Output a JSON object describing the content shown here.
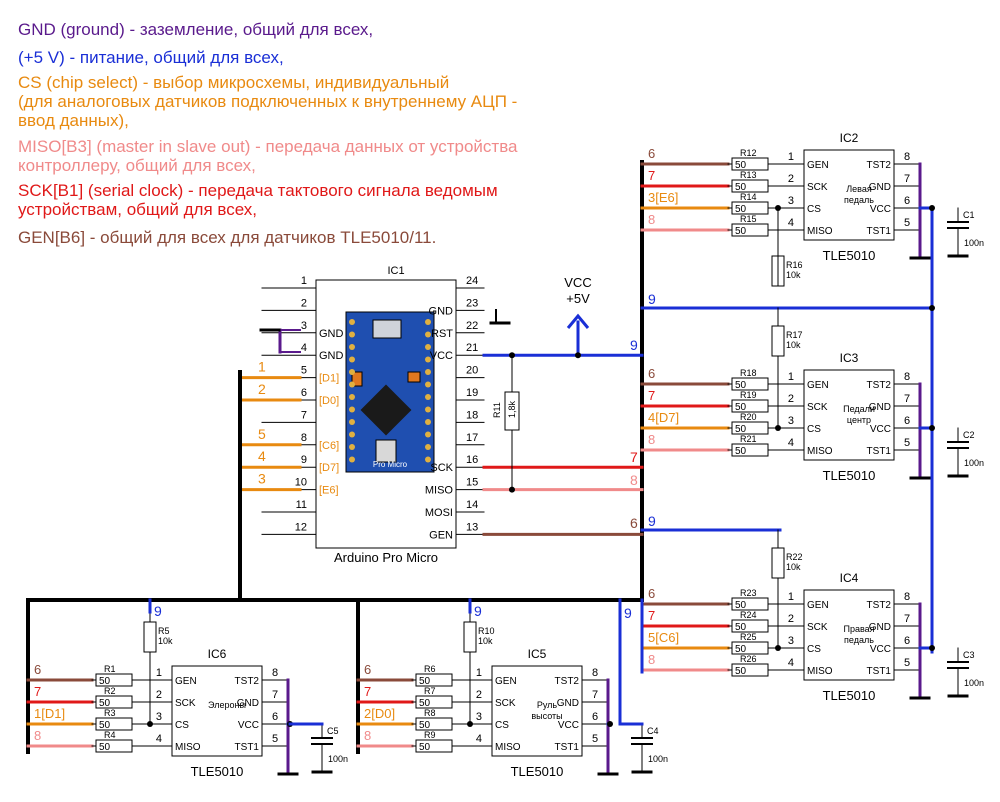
{
  "colors": {
    "ground": "#5a1a8c",
    "power": "#1a2fd6",
    "cs": "#e88a10",
    "miso": "#f08a8a",
    "sck": "#e01818",
    "gen": "#8a4a3a",
    "bus": "#000000",
    "board": "#1f4fb0"
  },
  "legend": [
    {
      "text": "GND (ground) - заземление, общий для всех,",
      "color": "#5a1a8c"
    },
    {
      "text": "(+5 V) - питание, общий для всех,",
      "color": "#1a2fd6"
    },
    {
      "text": "CS (chip select) - выбор микросхемы, индивидуальный\n(для аналоговых датчиков подключенных к внутреннему АЦП -\nввод данных),",
      "color": "#e88a10"
    },
    {
      "text": "MISO[B3] (master in slave out) - передача данных от устройства\nконтроллеру, общий для всех,",
      "color": "#f08a8a"
    },
    {
      "text": "SCK[B1] (serial clock) - передача тактового сигнала ведомым\nустройствам, общий для всех,",
      "color": "#e01818"
    },
    {
      "text": "GEN[B6] - общий для всех для датчиков TLE5010/11.",
      "color": "#8a4a3a"
    }
  ],
  "ic1": {
    "ref": "IC1",
    "name": "Arduino Pro Micro",
    "board_text": "Pro Micro",
    "left_pins": [
      "1",
      "2",
      "3",
      "4",
      "5",
      "6",
      "7",
      "8",
      "9",
      "10",
      "11",
      "12"
    ],
    "left_labels": [
      "",
      "",
      "GND",
      "GND",
      "[D1]",
      "[D0]",
      "",
      "[C6]",
      "[D7]",
      "[E6]",
      "",
      ""
    ],
    "right_pins": [
      "24",
      "23",
      "22",
      "21",
      "20",
      "19",
      "18",
      "17",
      "16",
      "15",
      "14",
      "13"
    ],
    "right_labels": [
      "",
      "GND",
      "RST",
      "VCC",
      "",
      "",
      "",
      "",
      "SCK",
      "MISO",
      "MOSI",
      "GEN"
    ]
  },
  "vcc": {
    "line1": "VCC",
    "line2": "+5V"
  },
  "r11": {
    "ref": "R11",
    "value": "1,8k"
  },
  "wire_numbers": {
    "vcc": "9",
    "sck": "7",
    "miso": "8",
    "gen": "6"
  },
  "left_bus_labels": [
    "1",
    "2",
    "5",
    "4",
    "3"
  ],
  "pullups": [
    {
      "ref": "R16",
      "value": "10k"
    },
    {
      "ref": "R17",
      "value": "10k"
    },
    {
      "ref": "R22",
      "value": "10k"
    },
    {
      "ref": "R5",
      "value": "10k"
    },
    {
      "ref": "R10",
      "value": "10k"
    }
  ],
  "sensors": [
    {
      "ref": "IC2",
      "part": "TLE5010",
      "desc": "Левая\nпедаль",
      "in_res": [
        "R12",
        "R13",
        "R14",
        "R15"
      ],
      "res_value": "50",
      "wire_labels": [
        "6",
        "7",
        "3[E6]",
        "8"
      ],
      "left_pins": [
        "1",
        "2",
        "3",
        "4"
      ],
      "left_names": [
        "GEN",
        "SCK",
        "CS",
        "MISO"
      ],
      "right_pins": [
        "8",
        "7",
        "6",
        "5"
      ],
      "right_names": [
        "TST2",
        "GND",
        "VCC",
        "TST1"
      ],
      "cap_ref": "C1",
      "cap_value": "100n",
      "vcc_wire": "9"
    },
    {
      "ref": "IC3",
      "part": "TLE5010",
      "desc": "Педали\nцентр",
      "in_res": [
        "R18",
        "R19",
        "R20",
        "R21"
      ],
      "res_value": "50",
      "wire_labels": [
        "6",
        "7",
        "4[D7]",
        "8"
      ],
      "left_pins": [
        "1",
        "2",
        "3",
        "4"
      ],
      "left_names": [
        "GEN",
        "SCK",
        "CS",
        "MISO"
      ],
      "right_pins": [
        "8",
        "7",
        "6",
        "5"
      ],
      "right_names": [
        "TST2",
        "GND",
        "VCC",
        "TST1"
      ],
      "cap_ref": "C2",
      "cap_value": "100n",
      "vcc_wire": "9"
    },
    {
      "ref": "IC4",
      "part": "TLE5010",
      "desc": "Правая\nпедаль",
      "in_res": [
        "R23",
        "R24",
        "R25",
        "R26"
      ],
      "res_value": "50",
      "wire_labels": [
        "6",
        "7",
        "5[C6]",
        "8"
      ],
      "left_pins": [
        "1",
        "2",
        "3",
        "4"
      ],
      "left_names": [
        "GEN",
        "SCK",
        "CS",
        "MISO"
      ],
      "right_pins": [
        "8",
        "7",
        "6",
        "5"
      ],
      "right_names": [
        "TST2",
        "GND",
        "VCC",
        "TST1"
      ],
      "cap_ref": "C3",
      "cap_value": "100n",
      "vcc_wire": "9"
    },
    {
      "ref": "IC6",
      "part": "TLE5010",
      "desc": "Элероны",
      "in_res": [
        "R1",
        "R2",
        "R3",
        "R4"
      ],
      "res_value": "50",
      "wire_labels": [
        "6",
        "7",
        "1[D1]",
        "8"
      ],
      "left_pins": [
        "1",
        "2",
        "3",
        "4"
      ],
      "left_names": [
        "GEN",
        "SCK",
        "CS",
        "MISO"
      ],
      "right_pins": [
        "8",
        "7",
        "6",
        "5"
      ],
      "right_names": [
        "TST2",
        "GND",
        "VCC",
        "TST1"
      ],
      "cap_ref": "C5",
      "cap_value": "100n",
      "vcc_wire": "9"
    },
    {
      "ref": "IC5",
      "part": "TLE5010",
      "desc": "Руль\nвысоты",
      "in_res": [
        "R6",
        "R7",
        "R8",
        "R9"
      ],
      "res_value": "50",
      "wire_labels": [
        "6",
        "7",
        "2[D0]",
        "8"
      ],
      "left_pins": [
        "1",
        "2",
        "3",
        "4"
      ],
      "left_names": [
        "GEN",
        "SCK",
        "CS",
        "MISO"
      ],
      "right_pins": [
        "8",
        "7",
        "6",
        "5"
      ],
      "right_names": [
        "TST2",
        "GND",
        "VCC",
        "TST1"
      ],
      "cap_ref": "C4",
      "cap_value": "100n",
      "vcc_wire": "9"
    }
  ]
}
